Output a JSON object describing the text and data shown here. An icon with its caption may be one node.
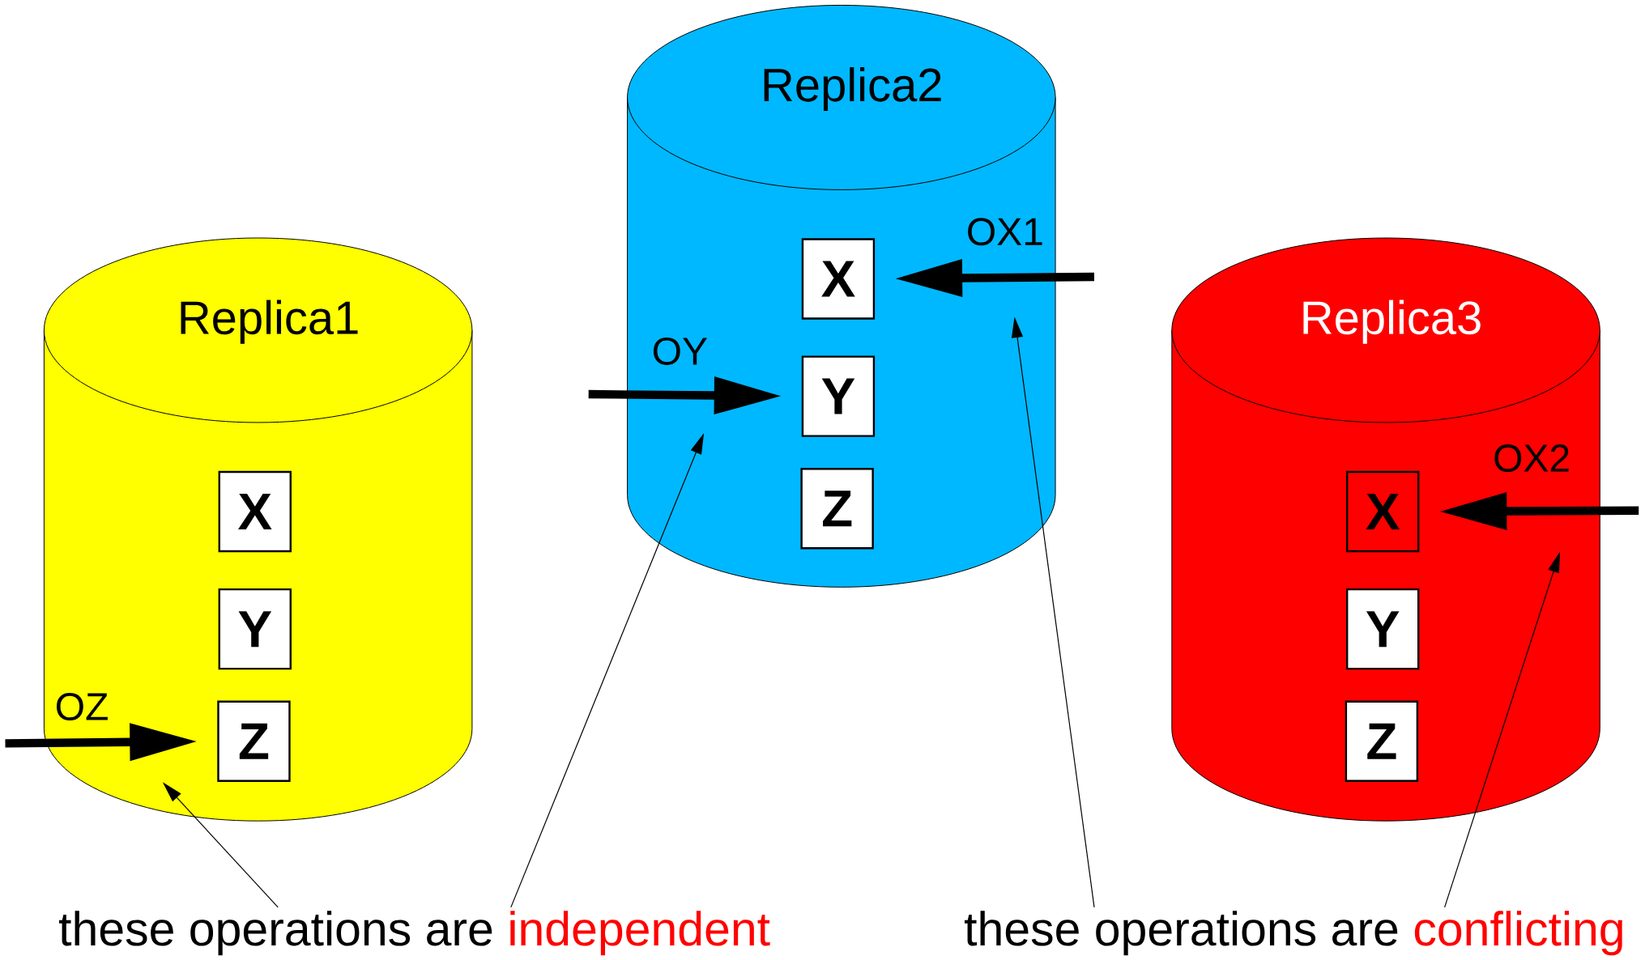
{
  "diagram": {
    "nodes": [
      {
        "text": [
          "Replica1"
        ]
      },
      {
        "text": [
          "X"
        ],
        "in": 0
      },
      {
        "text": [
          "Y"
        ],
        "in": 0
      },
      {
        "text": [
          "Z"
        ],
        "in": 0
      },
      {
        "text": [
          "Replica2"
        ]
      },
      {
        "text": [
          "X"
        ],
        "in": 4
      },
      {
        "text": [
          "Y"
        ],
        "in": 4
      },
      {
        "text": [
          "Z"
        ],
        "in": 4
      },
      {
        "text": [
          "Replica3"
        ]
      },
      {
        "text": [
          "X"
        ],
        "in": 8
      },
      {
        "text": [
          "Y"
        ],
        "in": 8
      },
      {
        "text": [
          "Z"
        ],
        "in": 8
      },
      {
        "text": [
          "these operations are",
          "independent"
        ]
      },
      {
        "text": [
          "these operations are",
          "conflicting"
        ]
      }
    ],
    "edges": [
      {
        "from": null,
        "to": 3,
        "arrow": "to",
        "label": "OZ",
        "style": "thick"
      },
      {
        "from": null,
        "to": 6,
        "arrow": "to",
        "label": "OY",
        "style": "thick"
      },
      {
        "from": null,
        "to": 5,
        "arrow": "to",
        "label": "OX1",
        "style": "thick"
      },
      {
        "from": null,
        "to": 9,
        "arrow": "to",
        "label": "OX2",
        "style": "thick"
      },
      {
        "from": 12,
        "to": 0,
        "arrow": "to"
      },
      {
        "from": 12,
        "to": null,
        "arrow": "to"
      },
      {
        "from": 13,
        "to": null,
        "arrow": "to"
      },
      {
        "from": 13,
        "to": null,
        "arrow": "to"
      }
    ]
  }
}
